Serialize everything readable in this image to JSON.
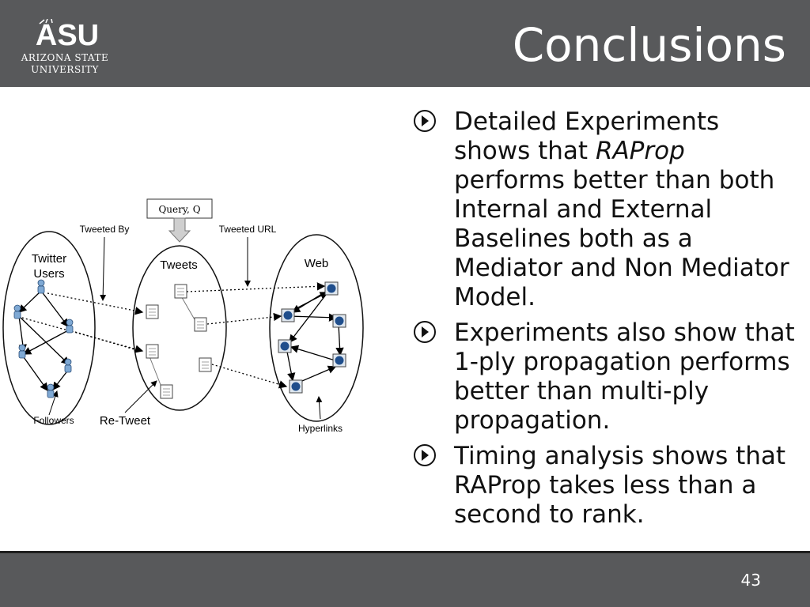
{
  "header": {
    "title": "Conclusions",
    "logo": {
      "mark_text": "ASU",
      "line1": "Arizona State",
      "line2": "University"
    }
  },
  "figure": {
    "query_label": "Query, Q",
    "tweeted_by": "Tweeted By",
    "tweeted_url": "Tweeted URL",
    "twitter_users": [
      "Twitter",
      "Users"
    ],
    "tweets": "Tweets",
    "web": "Web",
    "followers": "Followers",
    "retweet": "Re-Tweet",
    "hyperlinks": "Hyperlinks"
  },
  "bullets": [
    {
      "before": "Detailed Experiments shows that ",
      "emph": "RAProp",
      "after": " performs better than both Internal and External Baselines both as a Mediator and Non Mediator Model."
    },
    {
      "before": "Experiments also show that 1-ply propagation performs better than multi-ply propagation.",
      "emph": "",
      "after": ""
    },
    {
      "before": "Timing analysis shows that RAProp takes less than a second to rank.",
      "emph": "",
      "after": ""
    }
  ],
  "footer": {
    "page_number": "43"
  },
  "colors": {
    "header_bg": "#58595b",
    "accent_blue": "#1f4e8c"
  }
}
